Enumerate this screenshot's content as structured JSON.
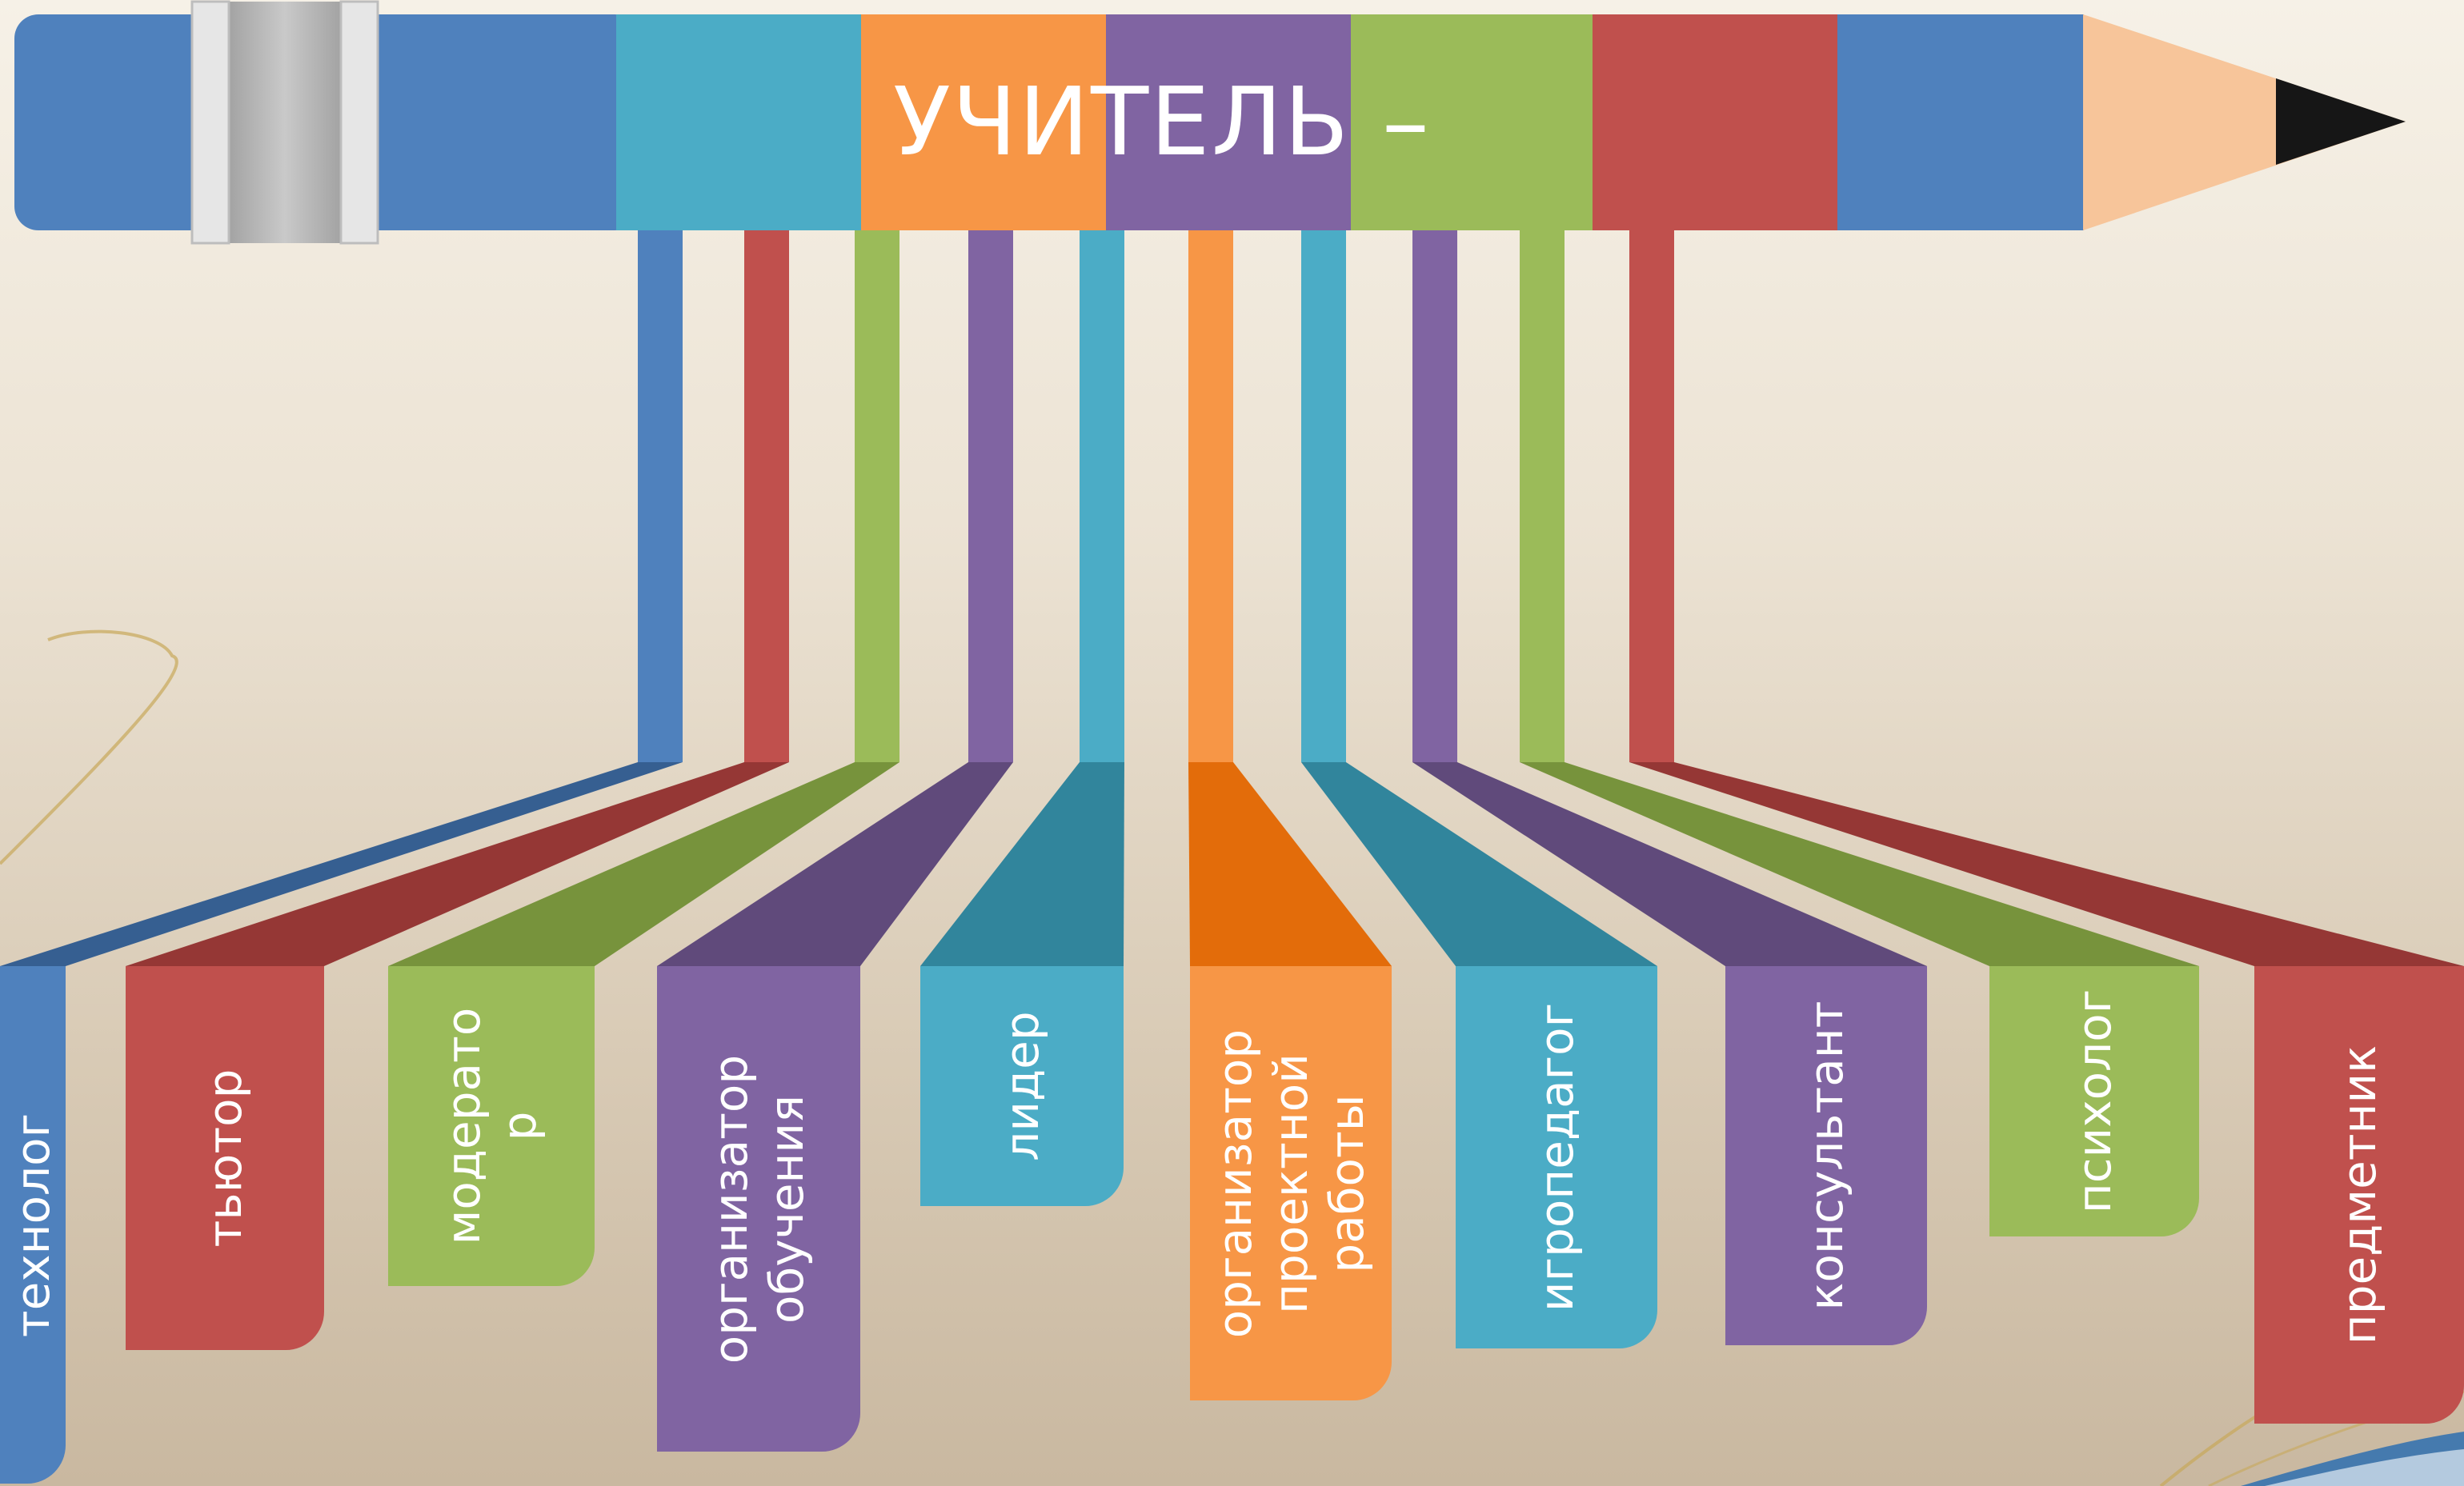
{
  "title": "УЧИТЕЛЬ –",
  "colors": {
    "blue": "#4f81bd",
    "teal": "#4bacc6",
    "orange": "#f79646",
    "purple": "#8064a2",
    "green": "#9bbb59",
    "red": "#c0504d",
    "wood": "#f7c59a",
    "lead": "#161616"
  },
  "roles": [
    {
      "id": "tehnolog",
      "color": "blue",
      "dark": "#365f91",
      "lines": [
        "технолог"
      ]
    },
    {
      "id": "tyutor",
      "color": "red",
      "dark": "#953735",
      "lines": [
        "тьютор"
      ]
    },
    {
      "id": "moderator",
      "color": "green",
      "dark": "#77933c",
      "lines": [
        "модерато",
        "р"
      ]
    },
    {
      "id": "organizator-obucheniya",
      "color": "purple",
      "dark": "#604a7b",
      "lines": [
        "организатор",
        "обучения"
      ]
    },
    {
      "id": "lider",
      "color": "teal",
      "dark": "#31859c",
      "lines": [
        "лидер"
      ]
    },
    {
      "id": "organizator-proektnoy",
      "color": "orange",
      "dark": "#e36c0a",
      "lines": [
        "организатор",
        "проектной",
        "работы"
      ]
    },
    {
      "id": "igropedagog",
      "color": "teal",
      "dark": "#31859c",
      "lines": [
        "игропедагог"
      ]
    },
    {
      "id": "konsultant",
      "color": "purple",
      "dark": "#604a7b",
      "lines": [
        "консультант"
      ]
    },
    {
      "id": "psiholog",
      "color": "green",
      "dark": "#77933c",
      "lines": [
        "психолог"
      ]
    },
    {
      "id": "predmetnik",
      "color": "red",
      "dark": "#953735",
      "lines": [
        "предметник"
      ]
    }
  ]
}
